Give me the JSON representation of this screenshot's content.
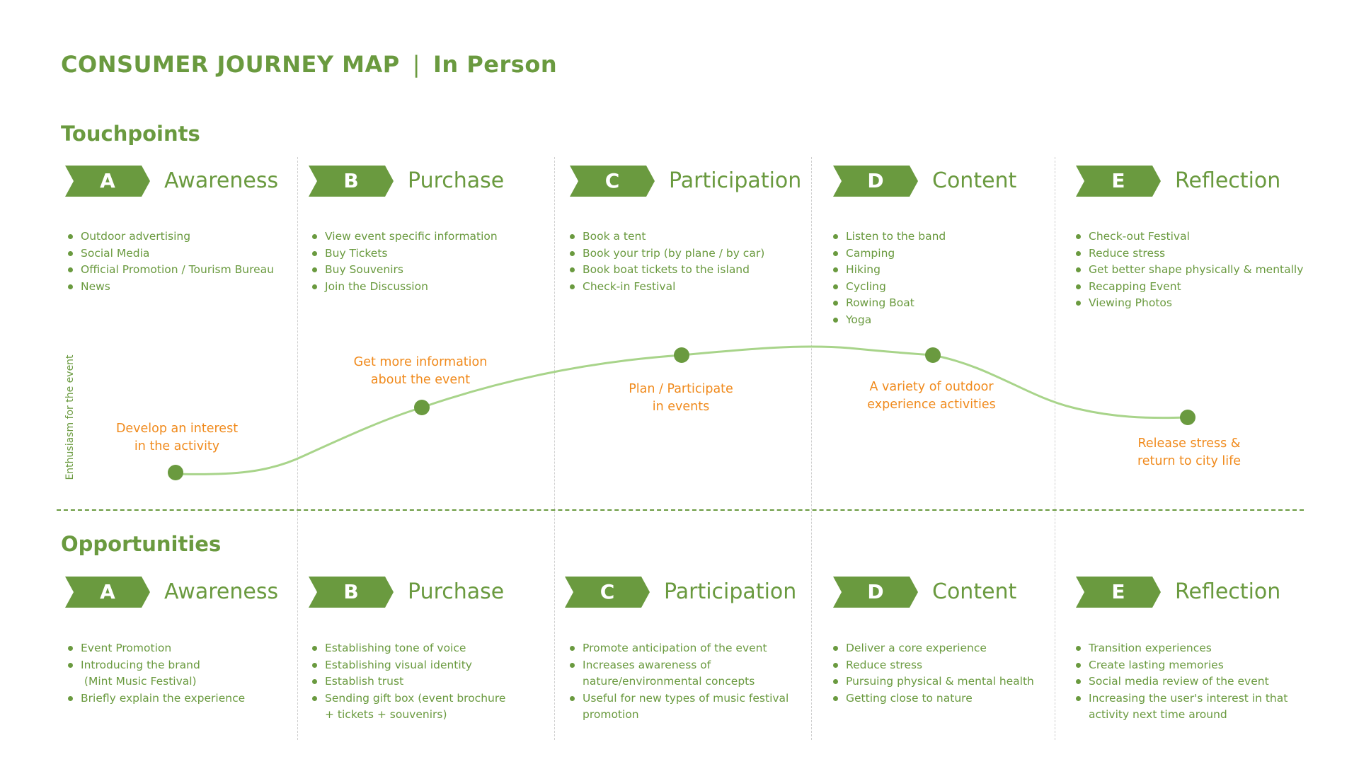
{
  "header": {
    "title": "CONSUMER JOURNEY MAP",
    "separator": "|",
    "subtitle": "In Person"
  },
  "colors": {
    "primary_green": "#6a9a3f",
    "curve_green": "#a8d48a",
    "label_orange": "#f08a1c"
  },
  "touchpoints": {
    "title": "Touchpoints",
    "stages": [
      {
        "letter": "A",
        "label": "Awareness",
        "items": [
          "Outdoor advertising",
          "Social Media",
          "Official Promotion / Tourism Bureau",
          "News"
        ]
      },
      {
        "letter": "B",
        "label": "Purchase",
        "items": [
          "View event specific information",
          "Buy Tickets",
          "Buy Souvenirs",
          "Join the Discussion"
        ]
      },
      {
        "letter": "C",
        "label": "Participation",
        "items": [
          "Book a tent",
          "Book your trip (by plane / by car)",
          "Book boat tickets to the island",
          "Check-in Festival"
        ]
      },
      {
        "letter": "D",
        "label": "Content",
        "items": [
          "Listen to the band",
          "Camping",
          "Hiking",
          "Cycling",
          "Rowing Boat",
          "Yoga"
        ]
      },
      {
        "letter": "E",
        "label": "Reflection",
        "items": [
          "Check-out Festival",
          "Reduce stress",
          "Get better shape physically & mentally",
          "Recapping Event",
          "Viewing Photos"
        ]
      }
    ]
  },
  "enthusiasm": {
    "axis_label": "Enthusiasm for the event",
    "points": [
      {
        "lines": [
          "Develop an interest",
          "in the activity"
        ]
      },
      {
        "lines": [
          "Get more information",
          "about the event"
        ]
      },
      {
        "lines": [
          "Plan / Participate",
          "in events"
        ]
      },
      {
        "lines": [
          "A variety of outdoor",
          "experience activities"
        ]
      },
      {
        "lines": [
          "Release stress &",
          "return to city life"
        ]
      }
    ]
  },
  "opportunities": {
    "title": "Opportunities",
    "stages": [
      {
        "letter": "A",
        "label": "Awareness",
        "items": [
          "Event Promotion",
          "Introducing the brand|(Mint Music Festival)",
          "Briefly explain the experience"
        ]
      },
      {
        "letter": "B",
        "label": "Purchase",
        "items": [
          "Establishing tone of voice",
          "Establishing visual identity",
          "Establish trust",
          "Sending gift box (event brochure|+ tickets + souvenirs)"
        ]
      },
      {
        "letter": "C",
        "label": "Participation",
        "items": [
          "Promote anticipation of the event",
          "Increases awareness of|nature/environmental concepts",
          "Useful for new types of music festival|promotion"
        ]
      },
      {
        "letter": "D",
        "label": "Content",
        "items": [
          "Deliver a core experience",
          "Reduce stress",
          "Pursuing physical & mental health",
          "Getting close to nature"
        ]
      },
      {
        "letter": "E",
        "label": "Reflection",
        "items": [
          "Transition experiences",
          "Create lasting memories",
          "Social media review of the event",
          "Increasing the user's interest in that|activity next time around"
        ]
      }
    ]
  }
}
